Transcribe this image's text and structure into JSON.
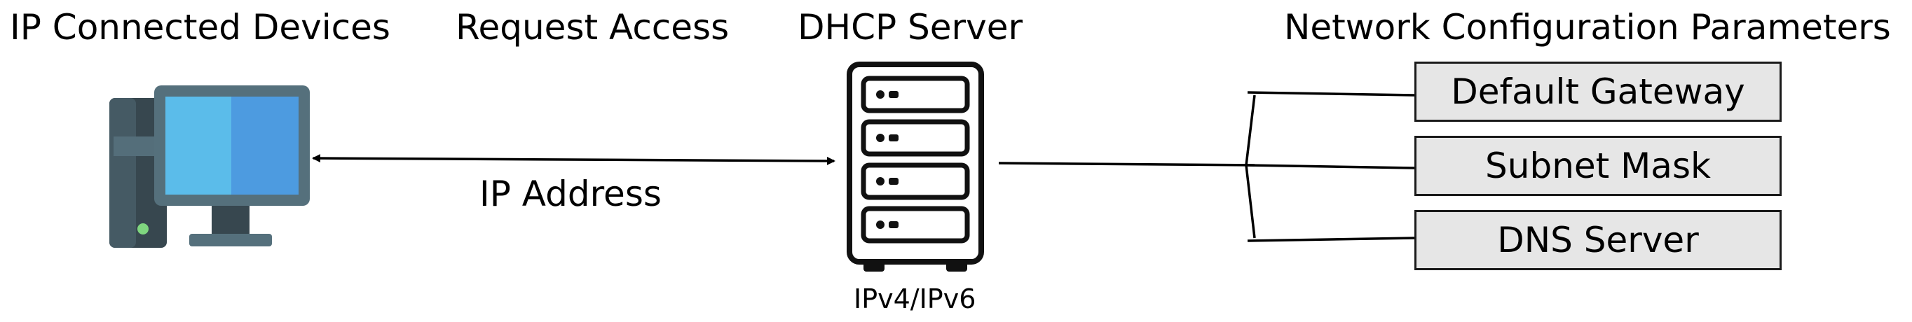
{
  "labels": {
    "devices": "IP Connected Devices",
    "request": "Request Access",
    "server": "DHCP Server",
    "params": "Network Configuration Parameters",
    "ip_address": "IP Address",
    "ip_version": "IPv4/IPv6"
  },
  "parameters": [
    {
      "label": "Default Gateway"
    },
    {
      "label": "Subnet Mask"
    },
    {
      "label": "DNS Server"
    }
  ],
  "icons": {
    "computer": "desktop-computer-icon",
    "server": "server-rack-icon"
  },
  "colors": {
    "monitor_screen_left": "#5bbcea",
    "monitor_screen_right": "#4d9be0",
    "monitor_frame": "#55707c",
    "tower": "#37474f",
    "power_led": "#7fd67f",
    "param_fill": "#e6e6e6"
  }
}
